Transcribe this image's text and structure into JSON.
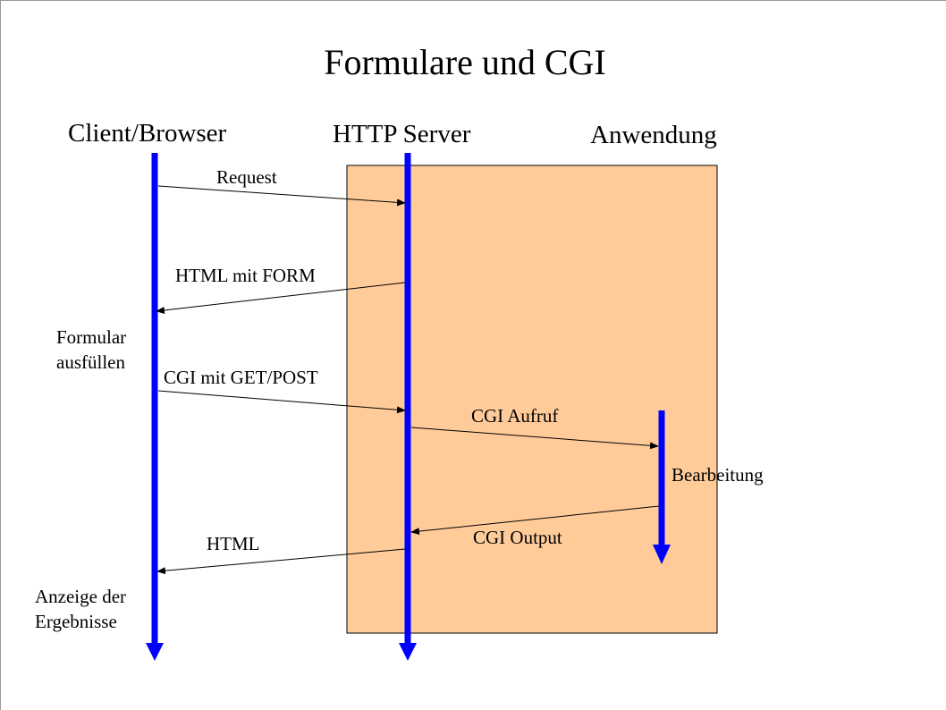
{
  "title": "Formulare und CGI",
  "participants": {
    "client": "Client/Browser",
    "server": "HTTP Server",
    "app": "Anwendung"
  },
  "messages": {
    "request": "Request",
    "html_form": "HTML mit FORM",
    "cgi_get_post": "CGI mit GET/POST",
    "cgi_call": "CGI Aufruf",
    "cgi_output": "CGI Output",
    "html": "HTML"
  },
  "notes": {
    "fill_form_1": "Formular",
    "fill_form_2": "ausfüllen",
    "processing": "Bearbeitung",
    "show_results_1": "Anzeige der",
    "show_results_2": "Ergebnisse"
  },
  "colors": {
    "lifeline": "#0000FF",
    "server_box": "#FFCC99"
  }
}
